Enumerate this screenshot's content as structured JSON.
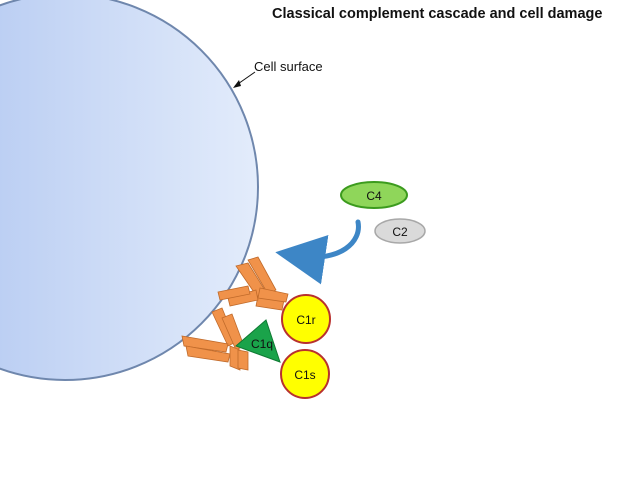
{
  "title": "Classical complement cascade and cell damage",
  "cell_label": "Cell surface",
  "components": {
    "c4": "C4",
    "c2": "C2",
    "c1r": "C1r",
    "c1q": "C1q",
    "c1s": "C1s"
  },
  "colors": {
    "cell_fill_light": "#e3ecfb",
    "cell_fill_dark": "#a9c1ef",
    "cell_border": "#6f87ad",
    "antibody": "#f0924a",
    "c4_fill": "#8fd65a",
    "c4_border": "#3c9b1e",
    "c2_fill": "#dadada",
    "c2_border": "#a8a8a8",
    "c1_fill": "#ffff00",
    "c1_border": "#b8312f",
    "c1q_fill": "#1aa34a",
    "arrow": "#3d86c6"
  }
}
